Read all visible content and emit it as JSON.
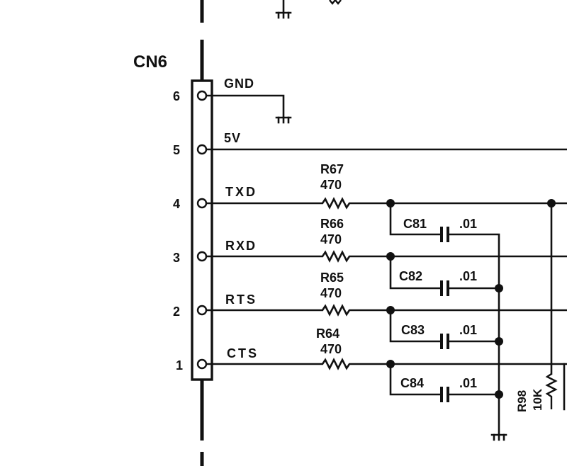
{
  "connector": {
    "name": "CN6",
    "pins": [
      {
        "number": "6",
        "signal": "GND"
      },
      {
        "number": "5",
        "signal": "5V"
      },
      {
        "number": "4",
        "signal": "TXD"
      },
      {
        "number": "3",
        "signal": "RXD"
      },
      {
        "number": "2",
        "signal": "RTS"
      },
      {
        "number": "1",
        "signal": "CTS"
      }
    ]
  },
  "resistors": [
    {
      "ref": "R67",
      "value": "470"
    },
    {
      "ref": "R66",
      "value": "470"
    },
    {
      "ref": "R65",
      "value": "470"
    },
    {
      "ref": "R64",
      "value": "470"
    }
  ],
  "capacitors": [
    {
      "ref": "C81",
      "value": ".01"
    },
    {
      "ref": "C82",
      "value": ".01"
    },
    {
      "ref": "C83",
      "value": ".01"
    },
    {
      "ref": "C84",
      "value": ".01"
    }
  ],
  "pullup": {
    "ref": "R98",
    "value": "10K"
  }
}
